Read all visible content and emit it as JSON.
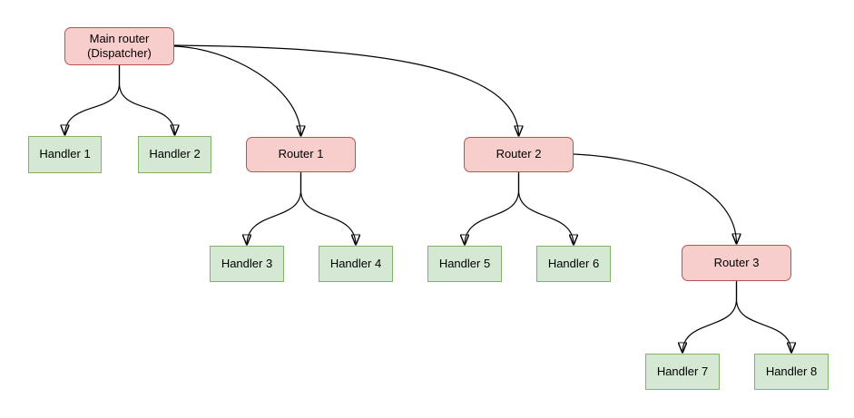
{
  "diagram": {
    "nodes": [
      {
        "id": "main-router",
        "label": "Main router\n(Dispatcher)",
        "kind": "router"
      },
      {
        "id": "handler-1",
        "label": "Handler 1",
        "kind": "handler"
      },
      {
        "id": "handler-2",
        "label": "Handler 2",
        "kind": "handler"
      },
      {
        "id": "router-1",
        "label": "Router 1",
        "kind": "router"
      },
      {
        "id": "router-2",
        "label": "Router 2",
        "kind": "router"
      },
      {
        "id": "handler-3",
        "label": "Handler 3",
        "kind": "handler"
      },
      {
        "id": "handler-4",
        "label": "Handler 4",
        "kind": "handler"
      },
      {
        "id": "handler-5",
        "label": "Handler 5",
        "kind": "handler"
      },
      {
        "id": "handler-6",
        "label": "Handler 6",
        "kind": "handler"
      },
      {
        "id": "router-3",
        "label": "Router 3",
        "kind": "router"
      },
      {
        "id": "handler-7",
        "label": "Handler 7",
        "kind": "handler"
      },
      {
        "id": "handler-8",
        "label": "Handler 8",
        "kind": "handler"
      }
    ],
    "edges": [
      {
        "from": "main-router",
        "to": "handler-1"
      },
      {
        "from": "main-router",
        "to": "handler-2"
      },
      {
        "from": "main-router",
        "to": "router-1"
      },
      {
        "from": "main-router",
        "to": "router-2"
      },
      {
        "from": "router-1",
        "to": "handler-3"
      },
      {
        "from": "router-1",
        "to": "handler-4"
      },
      {
        "from": "router-2",
        "to": "handler-5"
      },
      {
        "from": "router-2",
        "to": "handler-6"
      },
      {
        "from": "router-2",
        "to": "router-3"
      },
      {
        "from": "router-3",
        "to": "handler-7"
      },
      {
        "from": "router-3",
        "to": "handler-8"
      }
    ],
    "colors": {
      "router_fill": "#f8cecc",
      "router_border": "#b85450",
      "handler_fill": "#d5e8d4",
      "handler_border": "#82b366",
      "edge": "#000000",
      "text": "#000000",
      "background": "#ffffff"
    }
  }
}
